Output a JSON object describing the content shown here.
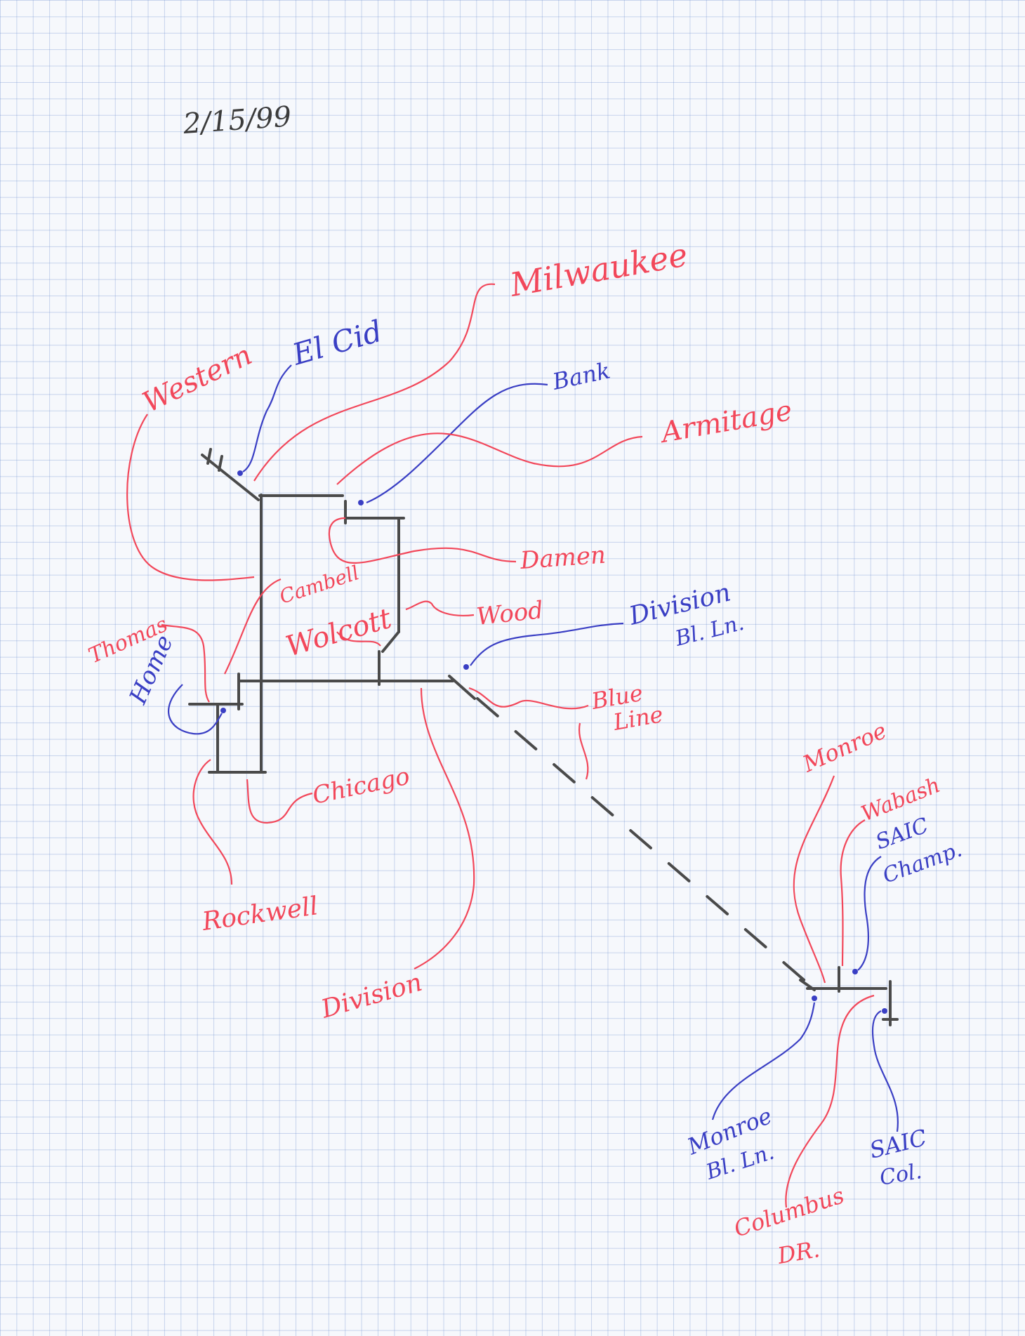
{
  "date": "2/15/99",
  "colors": {
    "red": "#f2475a",
    "blue": "#3a3fc4",
    "pencil": "#4a4a4a"
  },
  "streets": {
    "western": "Western",
    "milwaukee": "Milwaukee",
    "armitage": "Armitage",
    "damen": "Damen",
    "campbell": "Cambell",
    "wolcott": "Wolcott",
    "wood": "Wood",
    "thomas": "Thomas",
    "chicago": "Chicago",
    "rockwell": "Rockwell",
    "division": "Division",
    "blue_line_1": "Blue",
    "blue_line_2": "Line",
    "monroe": "Monroe",
    "wabash": "Wabash",
    "columbus_1": "Columbus",
    "columbus_2": "DR."
  },
  "places": {
    "el_cid": "El Cid",
    "bank": "Bank",
    "home": "Home",
    "division_station_1": "Division",
    "division_station_2": "Bl. Ln.",
    "saic_champ_1": "SAIC",
    "saic_champ_2": "Champ.",
    "monroe_station_1": "Monroe",
    "monroe_station_2": "Bl. Ln.",
    "saic_col_1": "SAIC",
    "saic_col_2": "Col."
  }
}
